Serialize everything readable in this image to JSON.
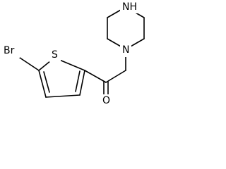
{
  "molecule": {
    "atoms": {
      "bromine": "Br",
      "sulfur": "S",
      "ring_nitrogen": "N",
      "amine_nitrogen": "NH",
      "carbonyl_oxygen": "O"
    }
  }
}
